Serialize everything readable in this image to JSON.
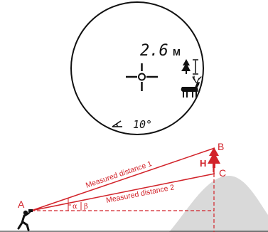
{
  "display": {
    "distance_value": "2.6",
    "distance_unit": "M",
    "angle_value": "10°"
  },
  "diagram": {
    "point_a": "A",
    "point_b": "B",
    "point_c": "C",
    "height_label": "H",
    "line1_label": "Measured distance 1",
    "line2_label": "Measured distance 2",
    "angle_alpha": "α",
    "angle_beta": "β"
  },
  "icons": {
    "tree_height": "tree-height-icon",
    "deer": "deer-icon",
    "angle": "angle-icon",
    "person": "person-icon",
    "tree": "tree-icon"
  },
  "colors": {
    "accent": "#d2232a",
    "ink": "#111111",
    "hill": "#d9d9d9"
  }
}
